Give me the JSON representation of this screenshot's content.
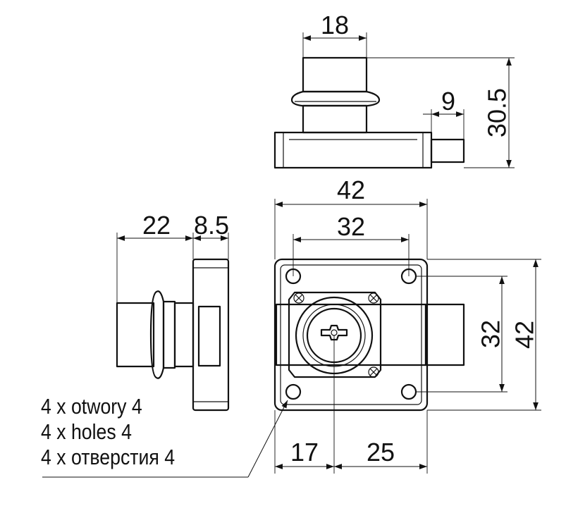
{
  "dimensions": {
    "top_view_width": "18",
    "top_view_bolt": "9",
    "top_view_height": "30.5",
    "front_overall_width": "42",
    "front_hole_spacing_x": "32",
    "front_hole_spacing_y": "32",
    "front_overall_height": "42",
    "front_offset_left": "17",
    "front_offset_right": "25",
    "side_length": "22",
    "side_plate": "8.5"
  },
  "notes": [
    "4 x otwory 4",
    "4 x holes 4",
    "4 x отверстия 4"
  ]
}
